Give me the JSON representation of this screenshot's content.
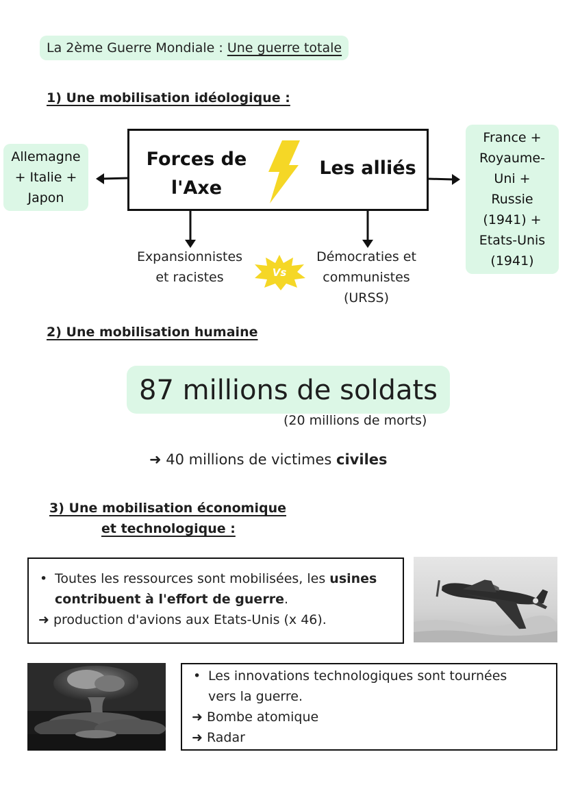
{
  "title": {
    "prefix": "La 2ème Guerre Mondiale : ",
    "emphasis": "Une guerre totale"
  },
  "section1": {
    "heading": "1) Une mobilisation idéologique :",
    "axis": {
      "line1": "Forces de",
      "line2": "l'Axe"
    },
    "allies": "Les alliés",
    "axis_members": [
      "Allemagne",
      "+ Italie +",
      "Japon"
    ],
    "allies_members": [
      "France +",
      "Royaume-",
      "Uni + Russie",
      "(1941) +",
      "Etats-Unis",
      "(1941)"
    ],
    "axis_traits": [
      "Expansionnistes",
      "et racistes"
    ],
    "allies_traits": [
      "Démocraties et",
      "communistes",
      "(URSS)"
    ],
    "versus": "Vs",
    "colors": {
      "highlight": "#dcf7e6",
      "bolt": "#f5d726",
      "burst": "#f5d726"
    }
  },
  "section2": {
    "heading": "2) Une mobilisation humaine",
    "soldiers": "87 millions de soldats",
    "deaths": "(20 millions de morts)",
    "civilians_prefix": "➜ 40 millions de victimes ",
    "civilians_emphasis": "civiles"
  },
  "section3": {
    "heading_line1": "3) Une mobilisation économique",
    "heading_line2": "et technologique :",
    "box1": {
      "bullet_plain": "Toutes les ressources sont mobilisées, les ",
      "bullet_strong1": "usines",
      "bullet_strong2": "contribuent à l'effort de guerre",
      "bullet_end": ".",
      "arrow": "➜ production d'avions aux Etats-Unis (x 46)."
    },
    "box2": {
      "bullet_line1": "Les innovations technologiques sont tournées",
      "bullet_line2": "vers la guerre.",
      "arrow1": "➜ Bombe atomique",
      "arrow2": "➜ Radar"
    },
    "images": {
      "plane": "fighter-plane-photo",
      "bomb": "atomic-bomb-photo"
    }
  }
}
